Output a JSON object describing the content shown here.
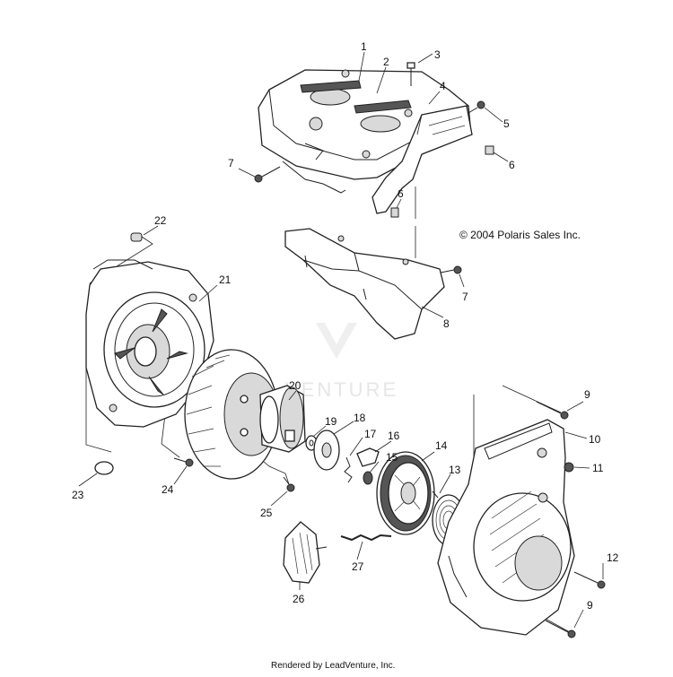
{
  "copyright": "© 2004 Polaris Sales Inc.",
  "footer": "Rendered by LeadVenture, Inc.",
  "watermark": "VENTURE",
  "callouts": [
    {
      "id": "1",
      "label": "1"
    },
    {
      "id": "2",
      "label": "2"
    },
    {
      "id": "3",
      "label": "3"
    },
    {
      "id": "4",
      "label": "4"
    },
    {
      "id": "5",
      "label": "5"
    },
    {
      "id": "6a",
      "label": "6"
    },
    {
      "id": "6b",
      "label": "6"
    },
    {
      "id": "7a",
      "label": "7"
    },
    {
      "id": "7b",
      "label": "7"
    },
    {
      "id": "8",
      "label": "8"
    },
    {
      "id": "9a",
      "label": "9"
    },
    {
      "id": "9b",
      "label": "9"
    },
    {
      "id": "10",
      "label": "10"
    },
    {
      "id": "11",
      "label": "11"
    },
    {
      "id": "12",
      "label": "12"
    },
    {
      "id": "13",
      "label": "13"
    },
    {
      "id": "14",
      "label": "14"
    },
    {
      "id": "15",
      "label": "15"
    },
    {
      "id": "16",
      "label": "16"
    },
    {
      "id": "17",
      "label": "17"
    },
    {
      "id": "18",
      "label": "18"
    },
    {
      "id": "19",
      "label": "19"
    },
    {
      "id": "20",
      "label": "20"
    },
    {
      "id": "21",
      "label": "21"
    },
    {
      "id": "22",
      "label": "22"
    },
    {
      "id": "23",
      "label": "23"
    },
    {
      "id": "24",
      "label": "24"
    },
    {
      "id": "25",
      "label": "25"
    },
    {
      "id": "26",
      "label": "26"
    },
    {
      "id": "27",
      "label": "27"
    }
  ]
}
